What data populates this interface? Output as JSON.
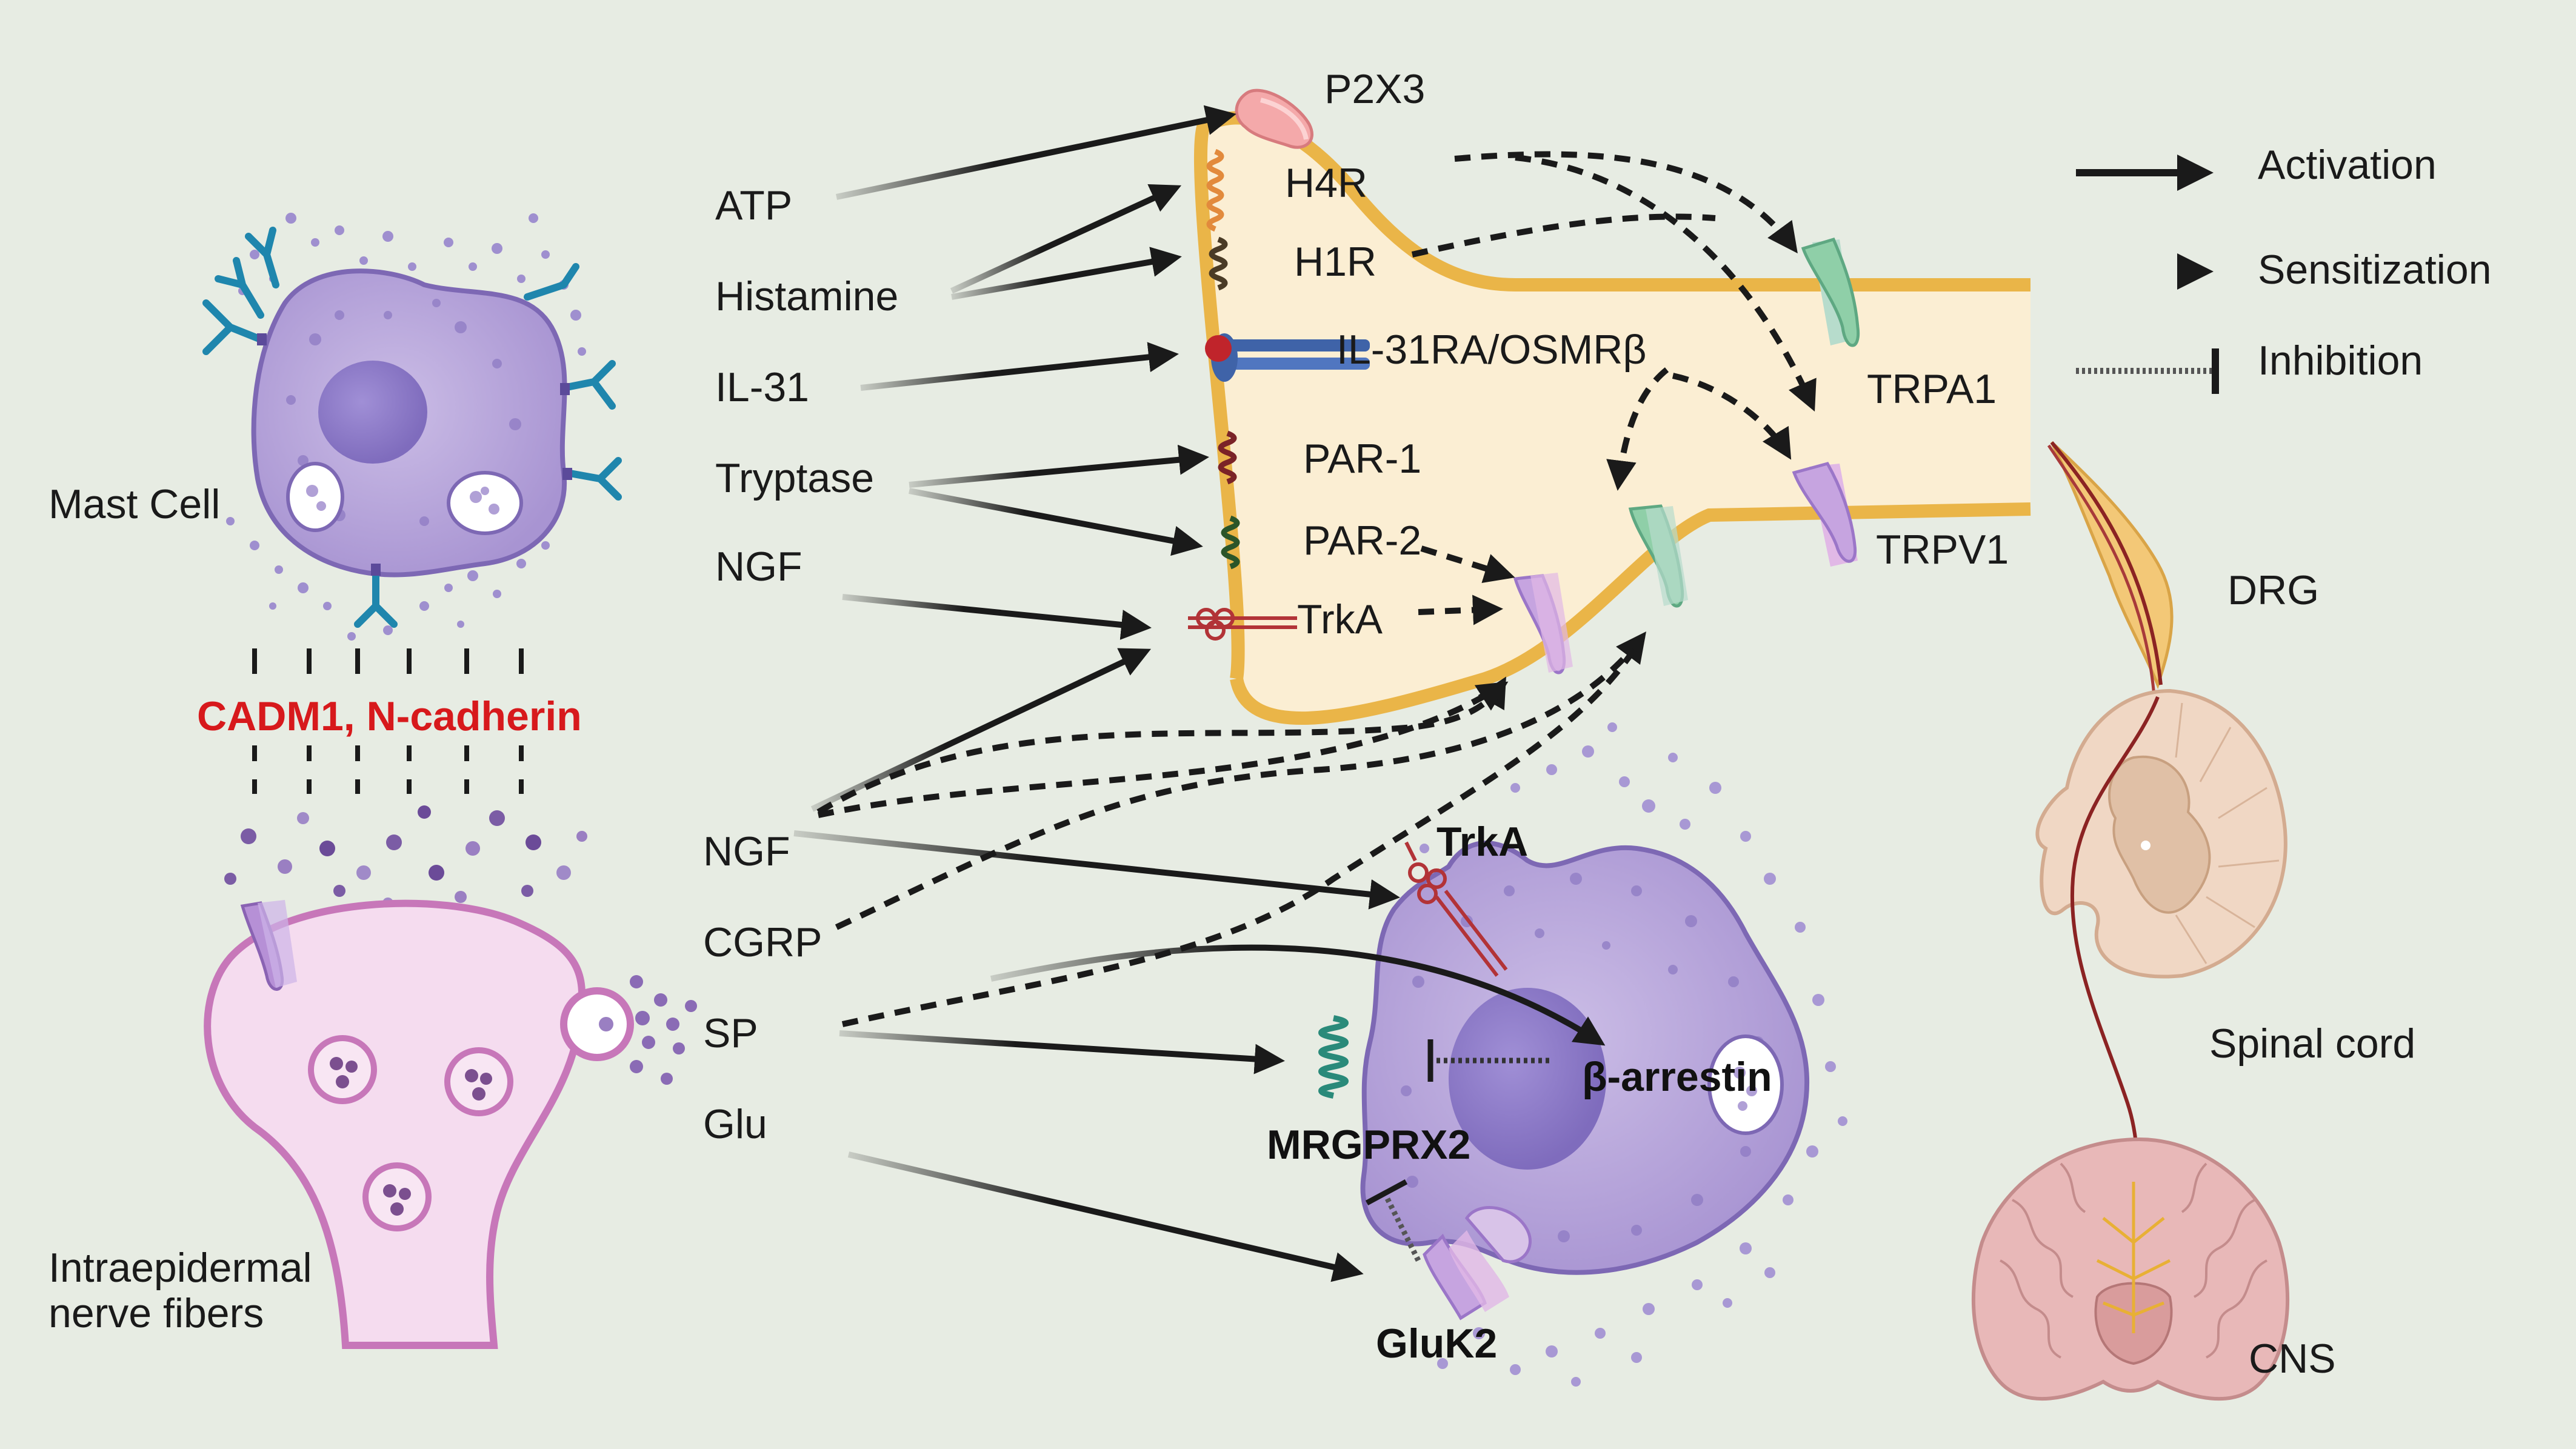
{
  "mast_cell_top": {
    "label": "Mast Cell"
  },
  "adhesion": {
    "label": "CADM1, N-cadherin"
  },
  "nerve_fiber": {
    "label_line1": "Intraepidermal",
    "label_line2": "nerve fibers"
  },
  "mediators_mast": [
    "ATP",
    "Histamine",
    "IL-31",
    "Tryptase",
    "NGF"
  ],
  "mediators_nerve": [
    "NGF",
    "CGRP",
    "SP",
    "Glu"
  ],
  "receptors_neuron": [
    "P2X3",
    "H4R",
    "H1R",
    "IL-31RA/OSMRβ",
    "PAR-1",
    "PAR-2",
    "TrkA"
  ],
  "channels": [
    "TRPA1",
    "TRPV1"
  ],
  "mast_cell_receptors": {
    "trka": "TrkA",
    "mrgprx2": "MRGPRX2",
    "barrestin": "β-arrestin",
    "gluk2": "GluK2"
  },
  "legend": {
    "activation": "Activation",
    "sensitization": "Sensitization",
    "inhibition": "Inhibition"
  },
  "pathway": {
    "drg": "DRG",
    "spinal_cord": "Spinal cord",
    "cns": "CNS"
  },
  "colors": {
    "background": "#e7ece3",
    "neuron_fill": "#fbeed3",
    "neuron_outline": "#eab548",
    "mast_cell_fill": "#b9a9d9",
    "mast_cell_outline": "#7d68b4",
    "nucleus": "#8f7dc8",
    "nerve_fiber_fill": "#f5dcef",
    "nerve_fiber_outline": "#c777b9",
    "adhesion_text": "#d7191c",
    "antibody": "#1f86ad",
    "arrow": "#1a1a1a"
  }
}
